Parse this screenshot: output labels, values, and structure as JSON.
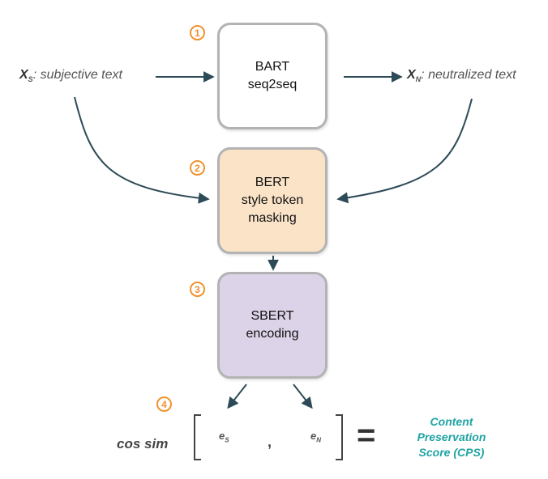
{
  "steps": [
    "1",
    "2",
    "3",
    "4"
  ],
  "input": {
    "symbol": "X",
    "subscript": "S",
    "label": ": subjective text"
  },
  "output": {
    "symbol": "X",
    "subscript": "N",
    "label": ": neutralized text"
  },
  "box1": {
    "line1": "BART",
    "line2": "seq2seq",
    "fill": "#ffffff"
  },
  "box2": {
    "line1": "BERT",
    "line2": "style token",
    "line3": "masking",
    "fill": "#fbe3c8"
  },
  "box3": {
    "line1": "SBERT",
    "line2": "encoding",
    "fill": "#dcd3e8"
  },
  "formula": {
    "cos_sim": "cos sim",
    "e1_symbol": "e",
    "e1_subscript": "S",
    "comma": ",",
    "e2_symbol": "e",
    "e2_subscript": "N",
    "equals": "="
  },
  "result": {
    "line1": "Content",
    "line2": "Preservation",
    "line3": "Score (CPS)"
  },
  "colors": {
    "arrow": "#2d4a57",
    "step": "#f0922e",
    "result": "#1fa3a3",
    "border": "#b3b3b3"
  }
}
